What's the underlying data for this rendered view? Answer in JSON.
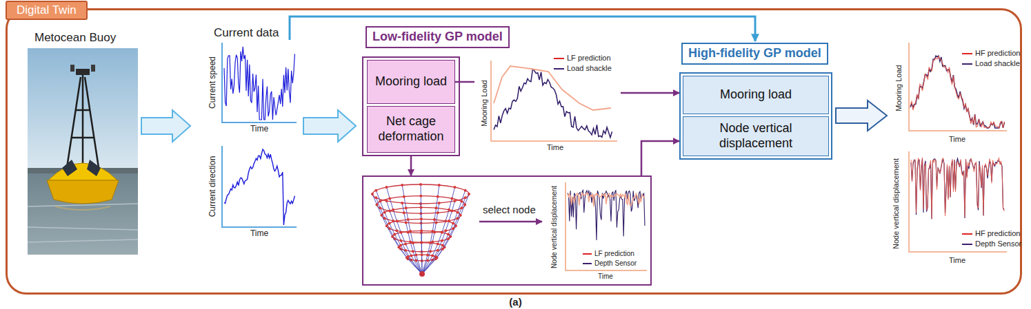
{
  "diagram": {
    "caption": "(a)",
    "nodes": [
      {
        "text": [
          "Digital Twin"
        ]
      },
      {
        "text": [
          "Low-fidelity GP model"
        ],
        "in": 0
      },
      {
        "text": [
          "Mooring load"
        ],
        "in": 1
      },
      {
        "text": [
          "Net cage deformation"
        ],
        "in": 1
      },
      {
        "text": [
          "High-fidelity GP model"
        ],
        "in": 0
      },
      {
        "text": [
          "Mooring load"
        ],
        "in": 4
      },
      {
        "text": [
          "Node vertical displacement"
        ],
        "in": 4
      },
      {
        "text": [
          "select node"
        ],
        "in": 0
      }
    ],
    "edges": [
      {
        "from": 2,
        "to": 4,
        "arrow": "to"
      },
      {
        "from": 1,
        "to": 7,
        "arrow": "to"
      },
      {
        "from": 7,
        "to": 4,
        "arrow": "to"
      }
    ],
    "labels": [
      "Metocean Buoy",
      "Current data",
      "Current speed",
      "Time",
      "Current direction",
      "Time",
      "LF prediction",
      "Load shackle",
      "Mooring Load",
      "Time",
      "Node vertical displacement",
      "Time",
      "LF prediction",
      "Depth Sensor",
      "HF prediction",
      "Load shackle",
      "Mooring Load",
      "Time",
      "Node vertical displacement",
      "HF prediction",
      "Depth Sensor",
      "Time"
    ]
  }
}
